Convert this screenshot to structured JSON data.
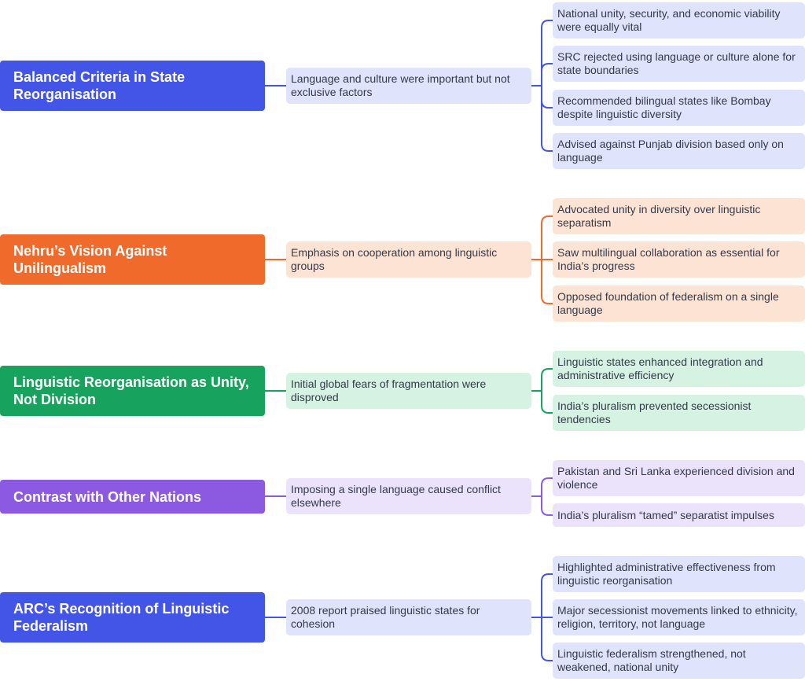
{
  "colors": {
    "blue": "#4355e6",
    "orange": "#f06a2c",
    "green": "#17a35d",
    "purple": "#8b5ae0",
    "blue_light": "#dfe3fb",
    "orange_light": "#fde3d4",
    "green_light": "#d6f2e2",
    "purple_light": "#ebe3fb"
  },
  "sections": [
    {
      "title": "Balanced Criteria in State Reorganisation",
      "summary": "Language and culture were important but not exclusive factors",
      "points": [
        "National unity, security, and economic viability were equally vital",
        "SRC rejected using language or culture alone for state boundaries",
        "Recommended bilingual states like Bombay despite linguistic diversity",
        "Advised against Punjab division based only on language"
      ]
    },
    {
      "title": "Nehru’s Vision Against Unilingualism",
      "summary": "Emphasis on cooperation among linguistic groups",
      "points": [
        "Advocated unity in diversity over linguistic separatism",
        "Saw multilingual collaboration as essential for India’s progress",
        "Opposed foundation of federalism on a single language"
      ]
    },
    {
      "title": "Linguistic Reorganisation as Unity, Not Division",
      "summary": "Initial global fears of fragmentation were disproved",
      "points": [
        "Linguistic states enhanced integration and administrative efficiency",
        "India’s pluralism prevented secessionist tendencies"
      ]
    },
    {
      "title": "Contrast with Other Nations",
      "summary": "Imposing a single language caused conflict elsewhere",
      "points": [
        "Pakistan and Sri Lanka experienced division and violence",
        "India’s pluralism “tamed” separatist impulses"
      ]
    },
    {
      "title": "ARC’s Recognition of Linguistic Federalism",
      "summary": "2008 report praised linguistic states for cohesion",
      "points": [
        "Highlighted administrative effectiveness from linguistic reorganisation",
        "Major secessionist movements linked to ethnicity, religion, territory, not language",
        "Linguistic federalism strengthened, not weakened, national unity"
      ]
    }
  ]
}
